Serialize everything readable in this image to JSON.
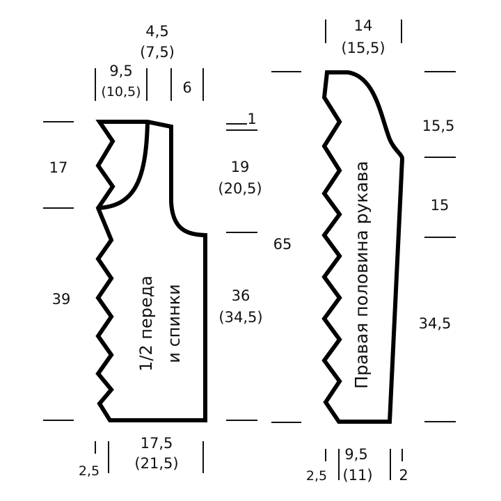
{
  "body_piece": {
    "title_line1": "1/2 переда",
    "title_line2": "и спинки",
    "neck_width": "4,5",
    "neck_width_alt": "(7,5)",
    "shoulder_inner": "9,5",
    "shoulder_inner_alt": "(10,5)",
    "shoulder": "6",
    "shoulder_slope": "1",
    "neck_depth": "17",
    "armhole_height": "19",
    "armhole_height_alt": "(20,5)",
    "side_length": "36",
    "side_length_alt": "(34,5)",
    "lower_length": "39",
    "total_length": "65",
    "bottom_width": "17,5",
    "bottom_width_alt": "(21,5)",
    "bottom_edge": "2,5"
  },
  "sleeve_piece": {
    "title": "Правая половина рукава",
    "top_width": "14",
    "top_width_alt": "(15,5)",
    "cap_height": "15,5",
    "upper_height": "15",
    "lower_height": "34,5",
    "bottom_width": "9,5",
    "bottom_width_alt": "(11)",
    "bottom_edge_left": "2,5",
    "bottom_edge_right": "2"
  }
}
